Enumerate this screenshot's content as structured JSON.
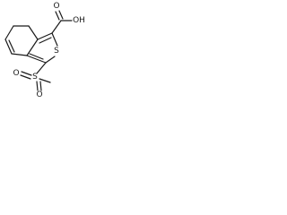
{
  "molecule": {
    "labels": {
      "oh": "OH",
      "carbonyl_o": "O",
      "ring_s": "S",
      "sulfonyl_s": "S",
      "sulfonyl_o1": "O",
      "sulfonyl_o2": "O"
    }
  }
}
